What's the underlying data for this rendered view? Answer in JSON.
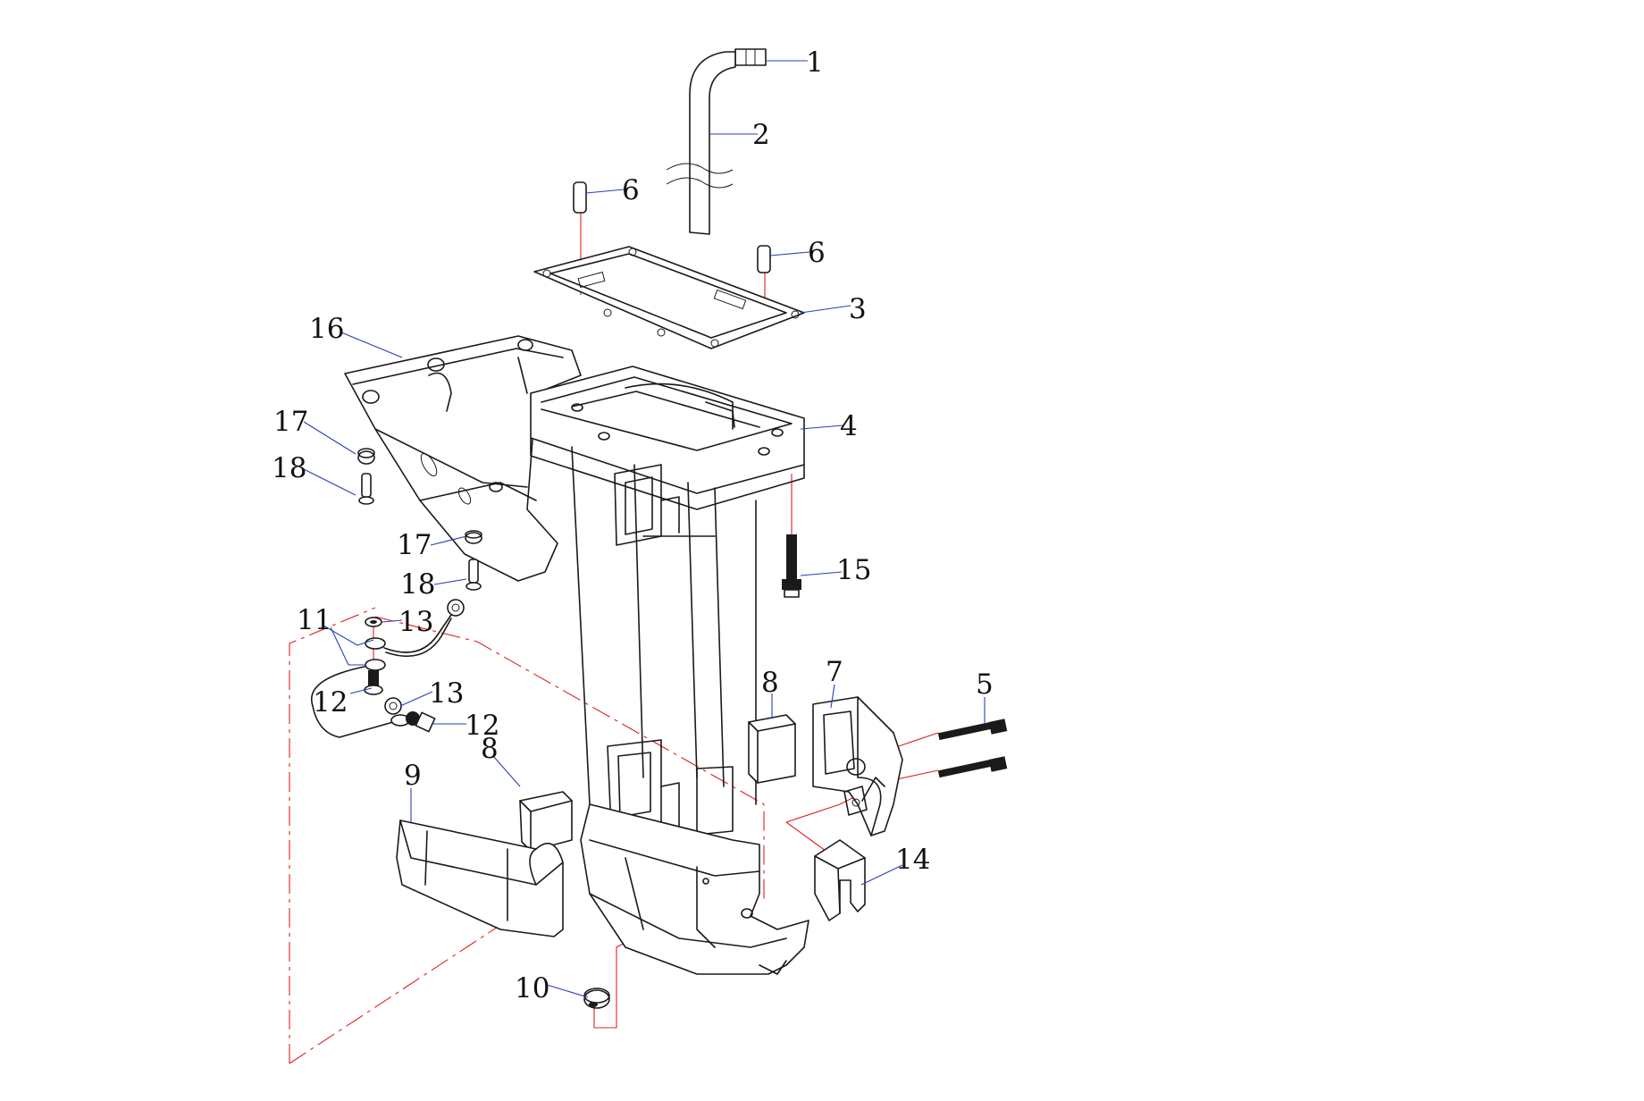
{
  "callouts": {
    "c1": "1",
    "c2": "2",
    "c3": "3",
    "c4": "4",
    "c5": "5",
    "c6a": "6",
    "c6b": "6",
    "c7": "7",
    "c8a": "8",
    "c8b": "8",
    "c9": "9",
    "c10": "10",
    "c11": "11",
    "c12a": "12",
    "c12b": "12",
    "c13a": "13",
    "c13b": "13",
    "c14": "14",
    "c15": "15",
    "c16": "16",
    "c17a": "17",
    "c17b": "17",
    "c18a": "18",
    "c18b": "18"
  },
  "colors": {
    "outline": "#1a1a1a",
    "leader": "#2a3fb8",
    "center_line": "#e02020"
  }
}
